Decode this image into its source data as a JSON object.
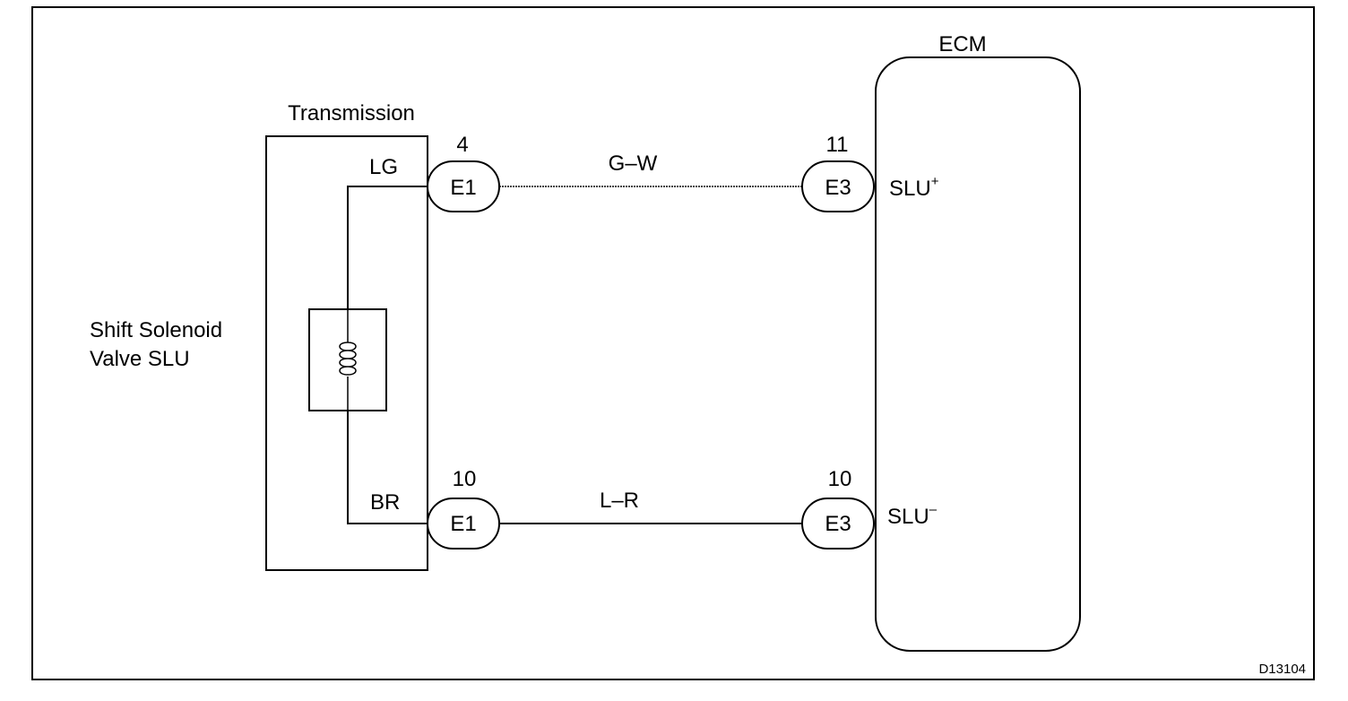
{
  "transmission": {
    "title": "Transmission",
    "pin_top_label": "LG",
    "pin_bottom_label": "BR"
  },
  "solenoid": {
    "label_line1": "Shift Solenoid",
    "label_line2": "Valve SLU"
  },
  "ecm": {
    "title": "ECM",
    "pin_top": {
      "label": "SLU",
      "superscript": "+"
    },
    "pin_bottom": {
      "label": "SLU",
      "superscript": "–"
    }
  },
  "wires": {
    "top": {
      "color_code": "G–W",
      "left_connector": {
        "name": "E1",
        "pin": "4"
      },
      "right_connector": {
        "name": "E3",
        "pin": "11"
      }
    },
    "bottom": {
      "color_code": "L–R",
      "left_connector": {
        "name": "E1",
        "pin": "10"
      },
      "right_connector": {
        "name": "E3",
        "pin": "10"
      }
    }
  },
  "figure_id": "D13104"
}
